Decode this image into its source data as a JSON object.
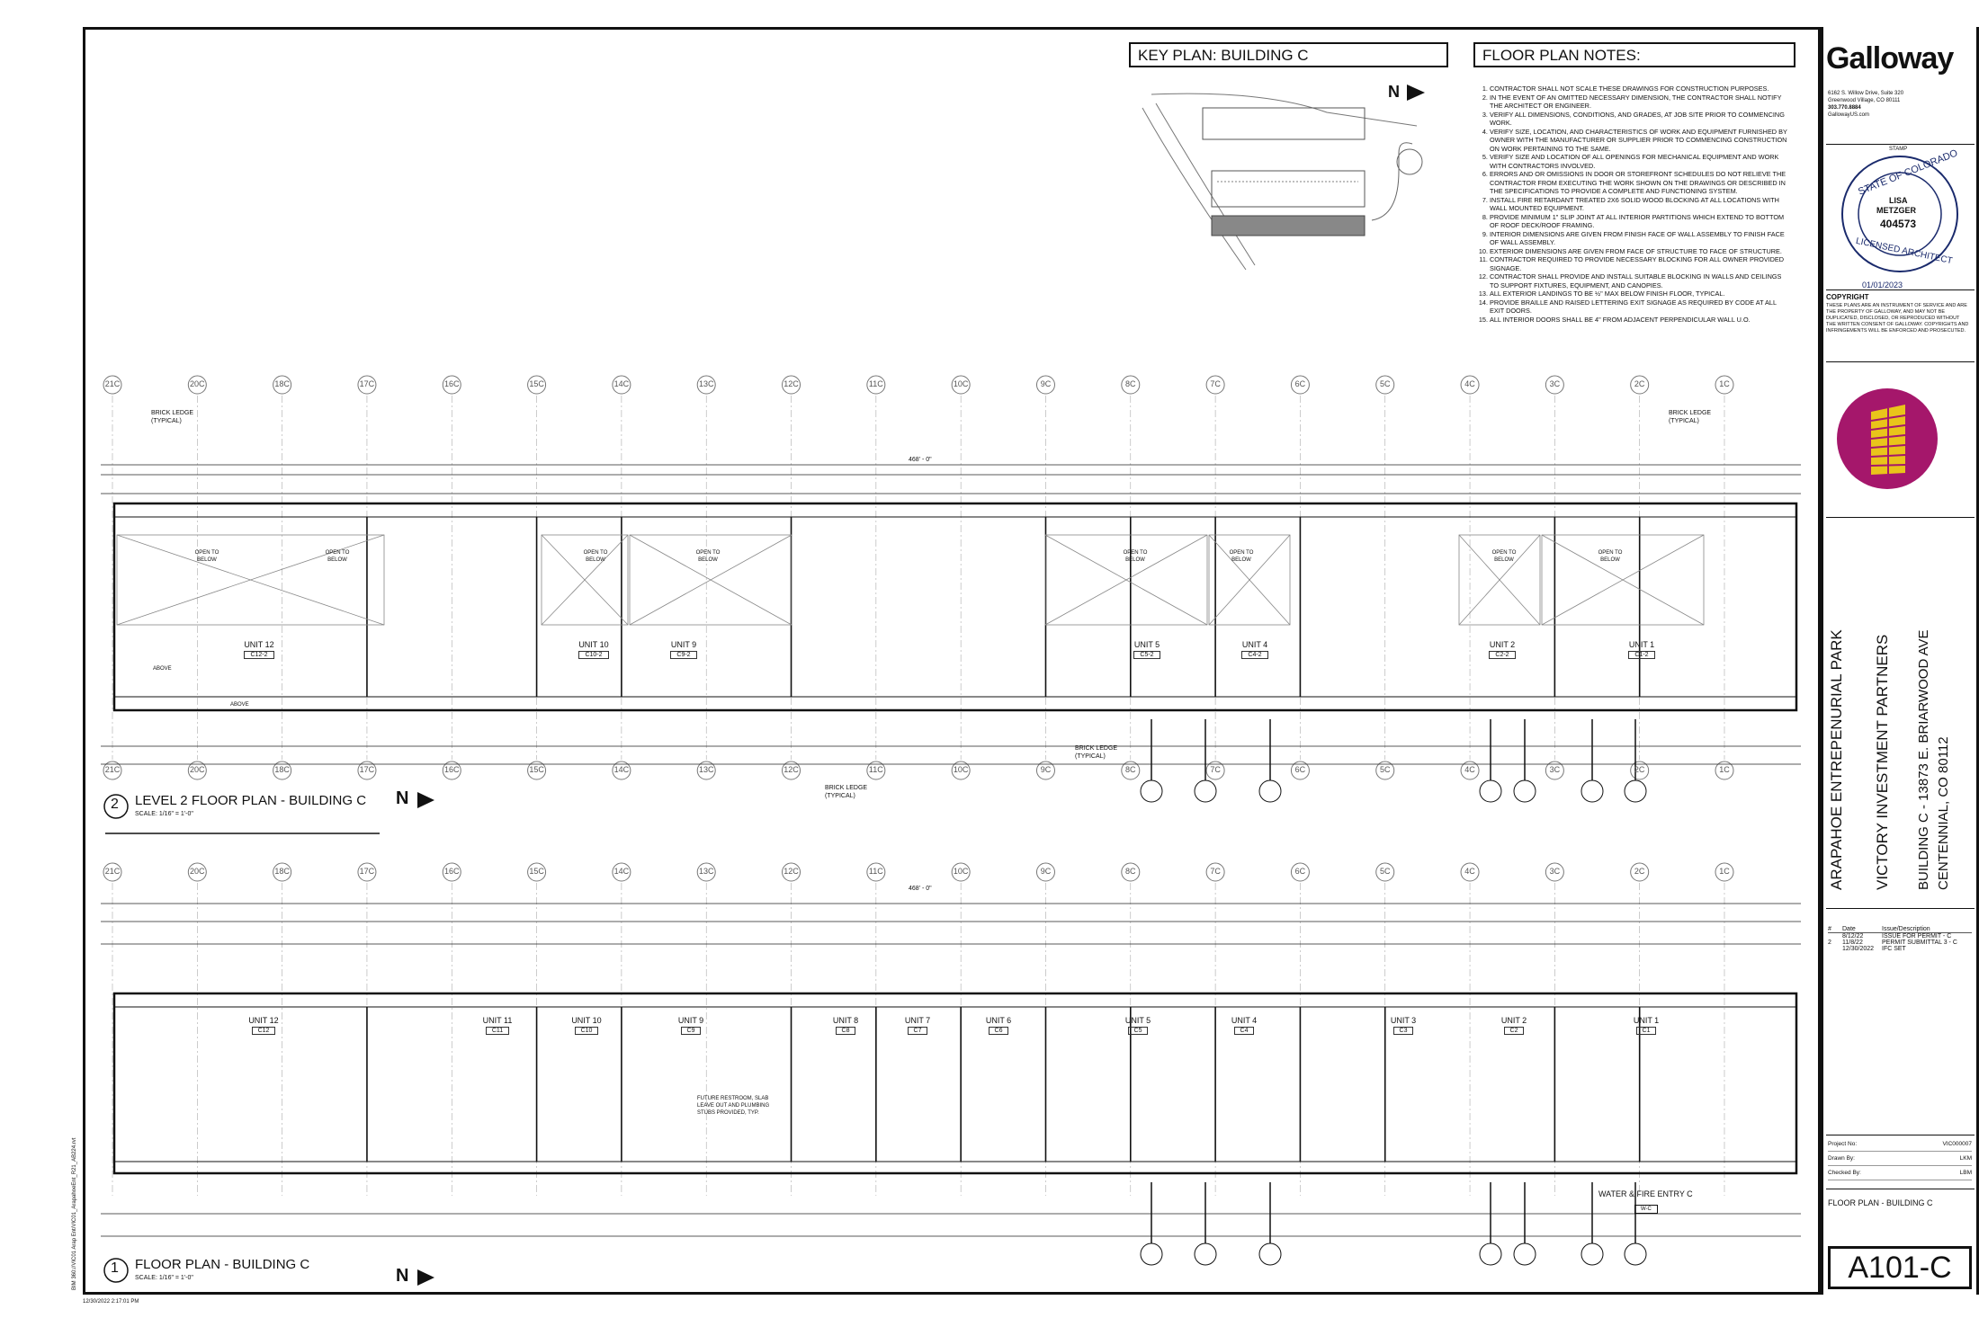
{
  "key_plan": {
    "title": "KEY PLAN: BUILDING C",
    "north": "N"
  },
  "notes": {
    "title": "FLOOR PLAN NOTES:",
    "items": [
      "CONTRACTOR SHALL NOT SCALE THESE DRAWINGS FOR CONSTRUCTION PURPOSES.",
      "IN THE EVENT OF AN OMITTED NECESSARY DIMENSION, THE CONTRACTOR SHALL NOTIFY THE ARCHITECT OR ENGINEER.",
      "VERIFY ALL DIMENSIONS, CONDITIONS, AND GRADES, AT JOB SITE PRIOR TO COMMENCING WORK.",
      "VERIFY SIZE, LOCATION, AND CHARACTERISTICS OF WORK AND EQUIPMENT FURNISHED BY OWNER WITH THE MANUFACTURER OR SUPPLIER PRIOR TO COMMENCING CONSTRUCTION ON WORK PERTAINING TO THE SAME.",
      "VERIFY SIZE AND LOCATION OF ALL OPENINGS FOR MECHANICAL EQUIPMENT AND WORK WITH CONTRACTORS INVOLVED.",
      "ERRORS AND OR OMISSIONS IN DOOR OR STOREFRONT SCHEDULES DO NOT RELIEVE THE CONTRACTOR FROM EXECUTING THE WORK SHOWN ON THE DRAWINGS OR DESCRIBED IN THE SPECIFICATIONS TO PROVIDE A COMPLETE AND FUNCTIONING SYSTEM.",
      "INSTALL FIRE RETARDANT TREATED 2X6 SOLID WOOD BLOCKING AT ALL LOCATIONS WITH WALL MOUNTED EQUIPMENT.",
      "PROVIDE MINIMUM 1\" SLIP JOINT AT ALL INTERIOR PARTITIONS WHICH EXTEND TO BOTTOM OF ROOF DECK/ROOF FRAMING.",
      "INTERIOR DIMENSIONS ARE GIVEN FROM FINISH FACE OF WALL ASSEMBLY TO FINISH FACE OF WALL ASSEMBLY.",
      "EXTERIOR DIMENSIONS ARE GIVEN FROM FACE OF STRUCTURE TO FACE OF STRUCTURE.",
      "CONTRACTOR REQUIRED TO PROVIDE NECESSARY BLOCKING FOR ALL OWNER PROVIDED SIGNAGE.",
      "CONTRACTOR SHALL PROVIDE AND INSTALL SUITABLE BLOCKING IN WALLS AND CEILINGS TO SUPPORT FIXTURES, EQUIPMENT, AND CANOPIES.",
      "ALL EXTERIOR LANDINGS TO BE ½\" MAX BELOW FINISH FLOOR, TYPICAL.",
      "PROVIDE BRAILLE AND RAISED LETTERING EXIT SIGNAGE AS REQUIRED BY CODE AT ALL EXIT DOORS.",
      "ALL INTERIOR DOORS SHALL BE 4\" FROM ADJACENT PERPENDICULAR WALL U.O."
    ]
  },
  "firm": {
    "name": "Galloway",
    "address1": "6162 S. Willow Drive, Suite 320",
    "address2": "Greenwood Village, CO 80111",
    "phone": "303.770.8884",
    "web": "GallowayUS.com"
  },
  "stamp": {
    "label": "STAMP",
    "state": "STATE OF COLORADO",
    "name1": "LISA",
    "name2": "METZGER",
    "number": "404573",
    "licensed": "LICENSED ARCHITECT",
    "date": "01/01/2023"
  },
  "copyright": {
    "title": "COPYRIGHT",
    "text": "THESE PLANS ARE AN INSTRUMENT OF SERVICE AND ARE THE PROPERTY OF GALLOWAY, AND MAY NOT BE DUPLICATED, DISCLOSED, OR REPRODUCED WITHOUT THE WRITTEN CONSENT OF GALLOWAY. COPYRIGHTS AND INFRINGEMENTS WILL BE ENFORCED AND PROSECUTED."
  },
  "project": {
    "name": "ARAPAHOE ENTREPENURIAL PARK",
    "client": "VICTORY INVESTMENT PARTNERS",
    "address1": "BUILDING C - 13873 E. BRIARWOOD AVE",
    "address2": "CENTENNIAL, CO 80112"
  },
  "revisions": {
    "headers": [
      "#",
      "Date",
      "Issue/Description"
    ],
    "rows": [
      [
        "",
        "8/12/22",
        "ISSUE FOR PERMIT - C"
      ],
      [
        "2",
        "11/8/22",
        "PERMIT SUBMITTAL 3 - C"
      ],
      [
        "",
        "12/30/2022",
        "IFC SET"
      ]
    ]
  },
  "project_info": {
    "project_no_label": "Project No:",
    "project_no": "VIC000007",
    "drawn_by_label": "Drawn By:",
    "drawn_by": "LKM",
    "checked_by_label": "Checked By:",
    "checked_by": "LBM"
  },
  "sheet": {
    "title": "FLOOR PLAN - BUILDING C",
    "number": "A101-C"
  },
  "plans": {
    "level2": {
      "num": "2",
      "title": "LEVEL 2 FLOOR PLAN - BUILDING C",
      "scale": "SCALE: 1/16\" = 1'-0\"",
      "north": "N"
    },
    "level1": {
      "num": "1",
      "title": "FLOOR PLAN - BUILDING C",
      "scale": "SCALE: 1/16\" = 1'-0\"",
      "north": "N"
    }
  },
  "grid_labels": [
    "21C",
    "20C",
    "18C",
    "17C",
    "16C",
    "15C",
    "14C",
    "13C",
    "12C",
    "11C",
    "10C",
    "9C",
    "8C",
    "7C",
    "6C",
    "5C",
    "4C",
    "3C",
    "2C",
    "1C"
  ],
  "overall_dim": "468' - 0\"",
  "level2_units": [
    {
      "name": "UNIT 12",
      "tag": "C12-2"
    },
    {
      "name": "UNIT 10",
      "tag": "C10-2"
    },
    {
      "name": "UNIT 9",
      "tag": "C9-2"
    },
    {
      "name": "UNIT 5",
      "tag": "C5-2"
    },
    {
      "name": "UNIT 4",
      "tag": "C4-2"
    },
    {
      "name": "UNIT 2",
      "tag": "C2-2"
    },
    {
      "name": "UNIT 1",
      "tag": "C1-2"
    }
  ],
  "level1_units": [
    {
      "name": "UNIT 12",
      "tag": "C12"
    },
    {
      "name": "UNIT 11",
      "tag": "C11"
    },
    {
      "name": "UNIT 10",
      "tag": "C10"
    },
    {
      "name": "UNIT 9",
      "tag": "C9"
    },
    {
      "name": "UNIT 8",
      "tag": "C8"
    },
    {
      "name": "UNIT 7",
      "tag": "C7"
    },
    {
      "name": "UNIT 6",
      "tag": "C6"
    },
    {
      "name": "UNIT 5",
      "tag": "C5"
    },
    {
      "name": "UNIT 4",
      "tag": "C4"
    },
    {
      "name": "UNIT 3",
      "tag": "C3"
    },
    {
      "name": "UNIT 2",
      "tag": "C2"
    },
    {
      "name": "UNIT 1",
      "tag": "C1"
    }
  ],
  "open_below": "OPEN TO BELOW",
  "annotations": {
    "brick_ledge": "BRICK LEDGE",
    "typical": "(TYPICAL)",
    "future_restroom": "FUTURE RESTROOM, SLAB LEAVE OUT AND PLUMBING STUBS PROVIDED, TYP.",
    "water_fire": "WATER & FIRE ENTRY C",
    "water_fire_tag": "W-C",
    "above": "ABOVE",
    "file_path": "BIM 360://VIC01 Arap Ent/VIC01_ArapahoeEnt_R21_AB224.rvt",
    "timestamp": "12/30/2022 2:17:01 PM"
  }
}
